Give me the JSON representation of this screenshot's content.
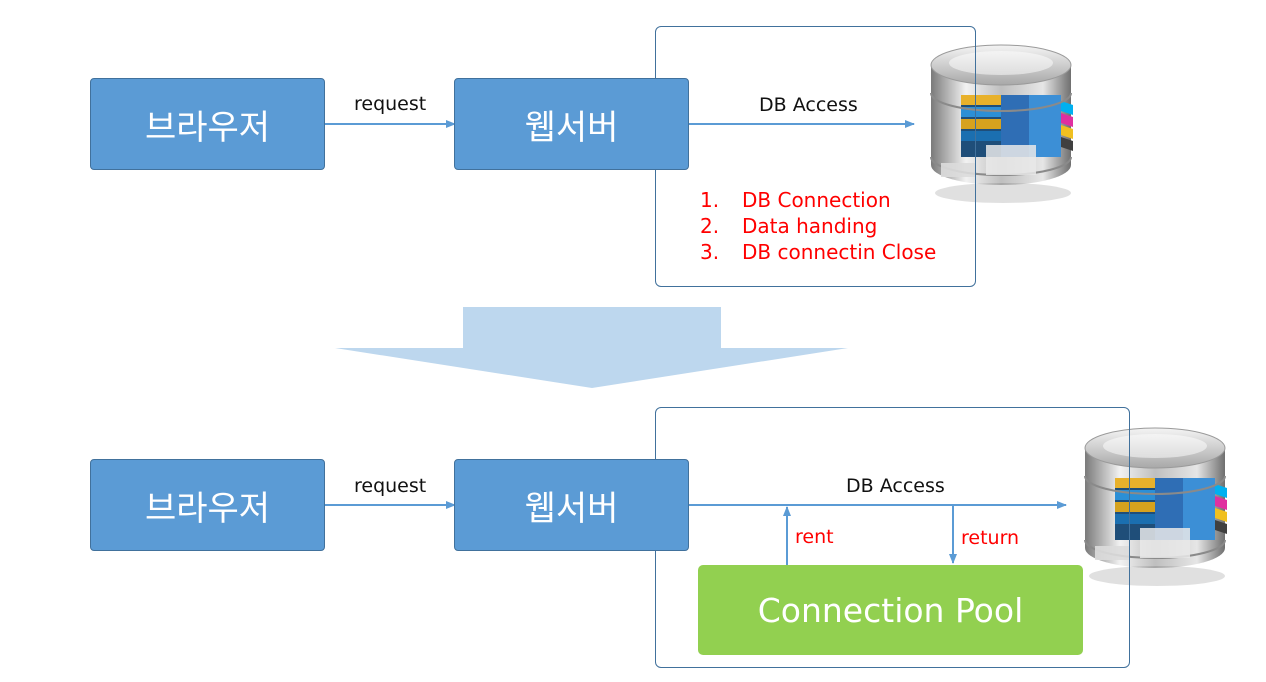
{
  "top": {
    "browser": "브라우저",
    "request": "request",
    "webserver": "웹서버",
    "db_access": "DB Access",
    "steps": [
      {
        "num": "1.",
        "text": "DB Connection"
      },
      {
        "num": "2.",
        "text": "Data handing"
      },
      {
        "num": "3.",
        "text": "DB connectin Close"
      }
    ]
  },
  "bottom": {
    "browser": "브라우저",
    "request": "request",
    "webserver": "웹서버",
    "db_access": "DB Access",
    "rent": "rent",
    "return": "return",
    "pool": "Connection Pool"
  },
  "colors": {
    "box_fill": "#5b9bd5",
    "box_border": "#41719c",
    "pool_fill": "#92d050",
    "arrow_big": "#bdd7ee",
    "annotation": "#ff0000"
  },
  "icons": [
    "database-icon",
    "down-arrow-icon"
  ]
}
